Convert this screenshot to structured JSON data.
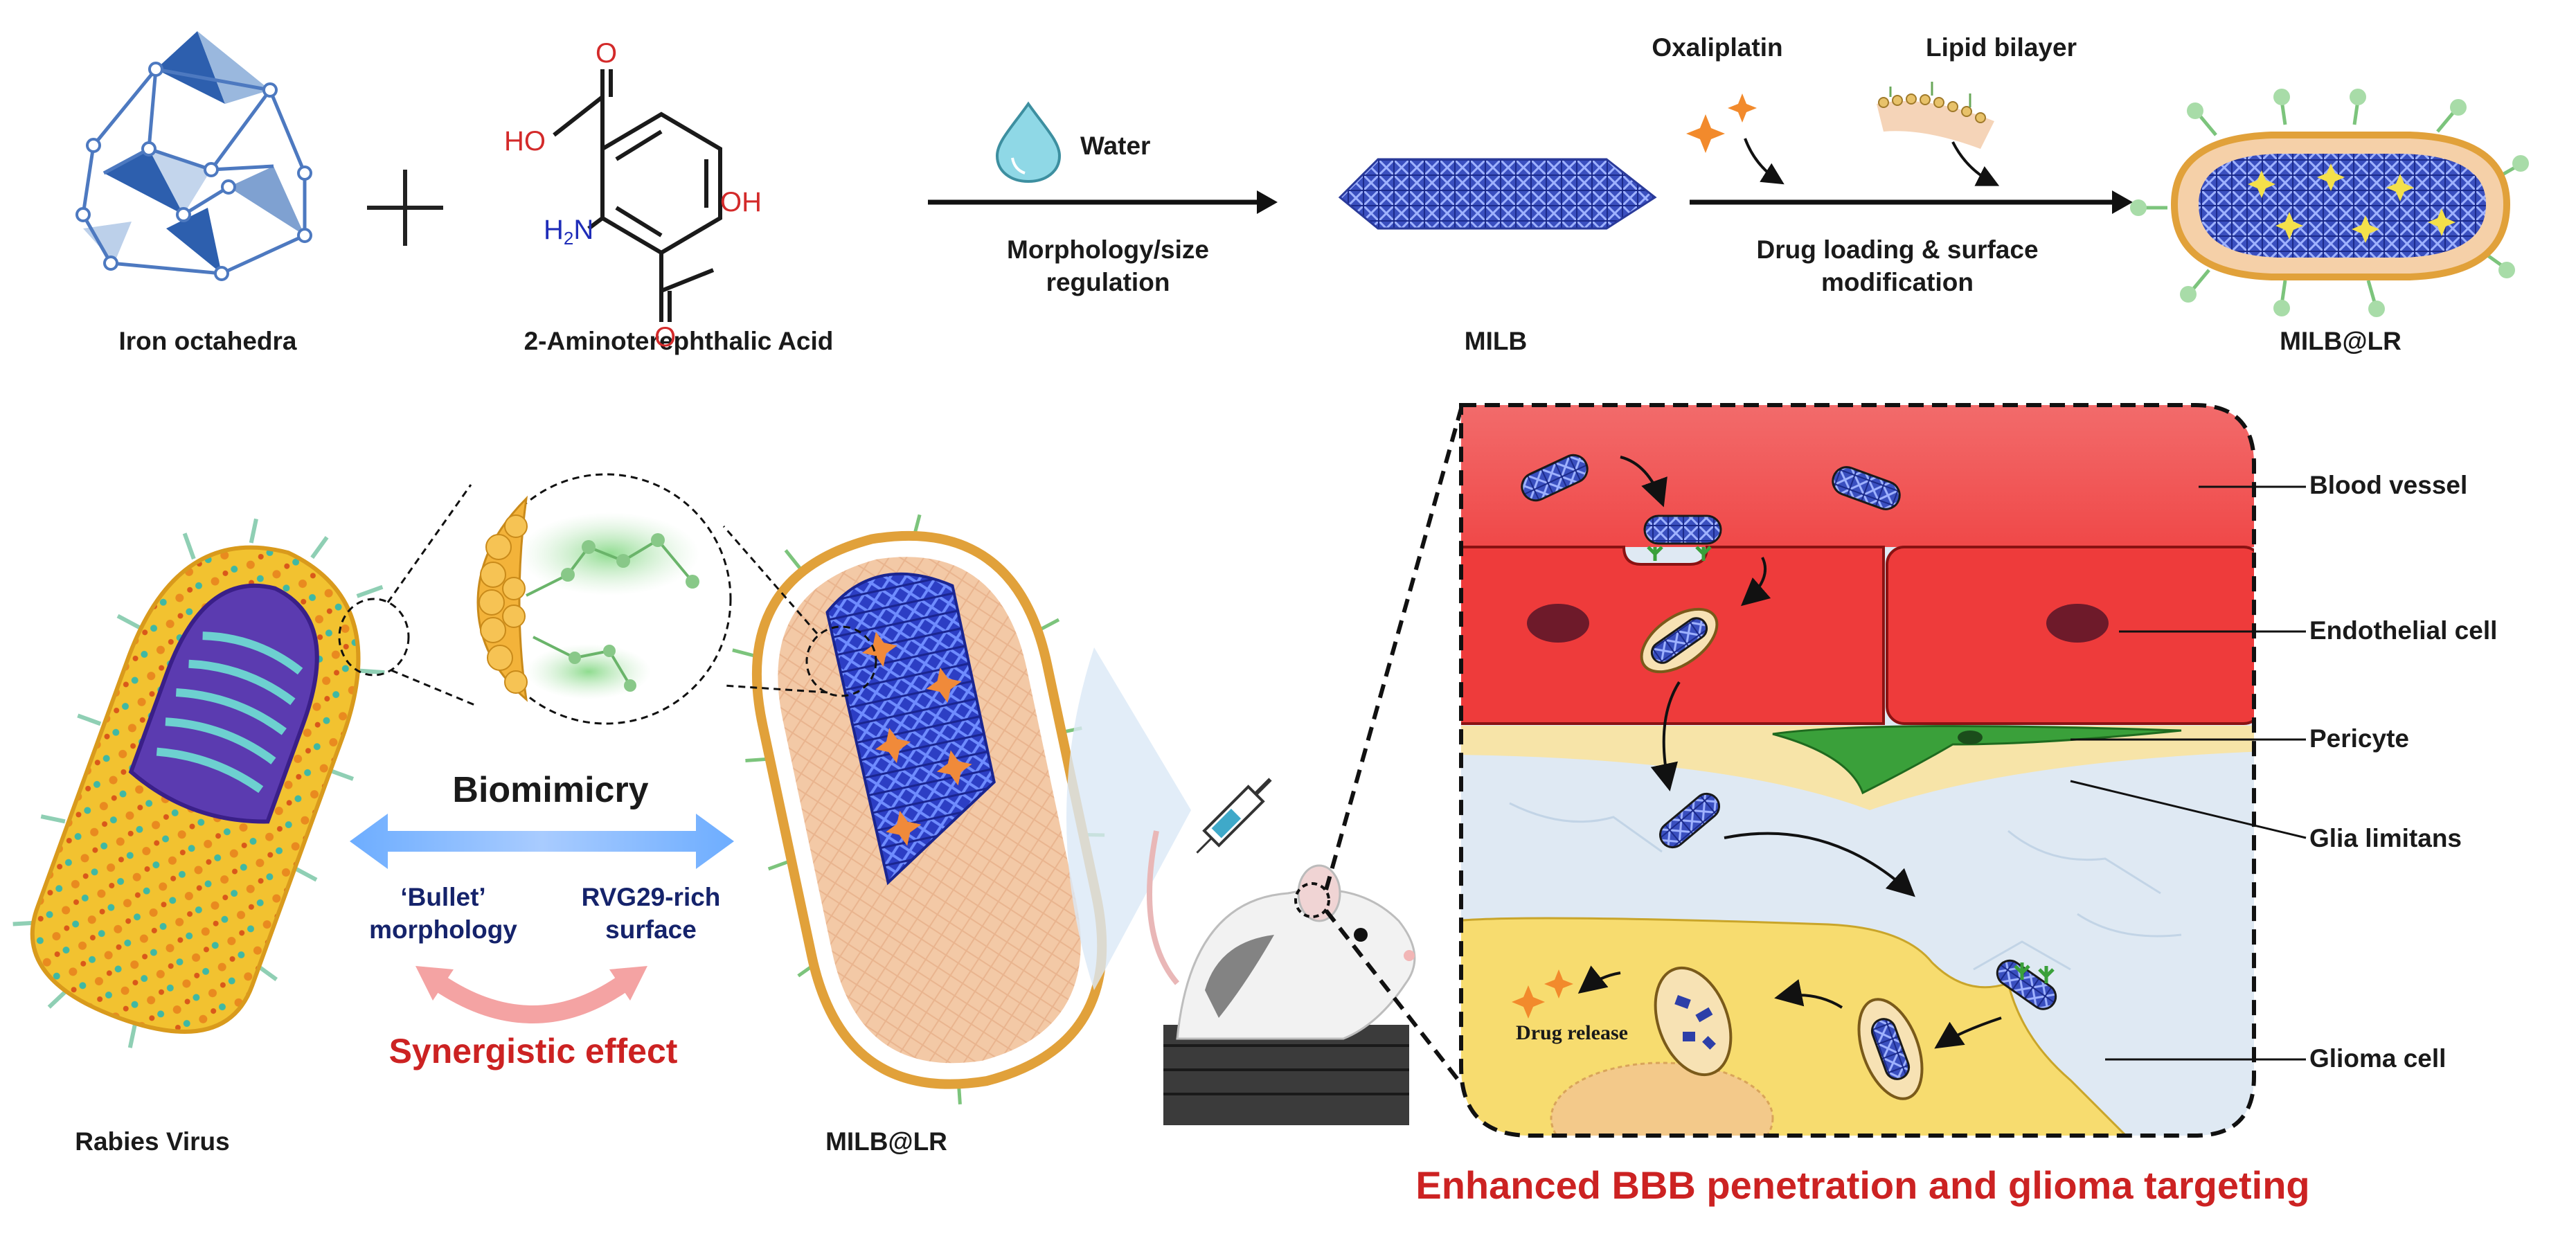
{
  "top_row": {
    "iron_label": "Iron octahedra",
    "plus_sign": "+",
    "acid_label": "2-Aminoterephthalic Acid",
    "acid_groups": {
      "hoh_left": "HO",
      "oh_right": "OH",
      "o_top": "O",
      "o_bottom": "O",
      "amine_h": "H",
      "amine_sub": "2",
      "amine_n": "N"
    },
    "water_label": "Water",
    "step1_label_line1": "Morphology/size",
    "step1_label_line2": "regulation",
    "milb_label": "MILB",
    "oxaliplatin_label": "Oxaliplatin",
    "lipid_label": "Lipid bilayer",
    "step2_label_line1": "Drug loading & surface",
    "step2_label_line2": "modification",
    "milb_lr_label": "MILB@LR"
  },
  "bottom_left": {
    "virus_label": "Rabies Virus",
    "biomimicry_label": "Biomimicry",
    "bullet_line1": "‘Bullet’",
    "bullet_line2": "morphology",
    "rvg_line1": "RVG29-rich",
    "rvg_line2": "surface",
    "synergy_label": "Synergistic effect",
    "milb_lr_label": "MILB@LR"
  },
  "bbb_panel": {
    "drug_release_label": "Drug release",
    "labels": {
      "blood_vessel": "Blood vessel",
      "endothelial": "Endothelial cell",
      "pericyte": "Pericyte",
      "glia": "Glia limitans",
      "glioma": "Glioma cell"
    },
    "caption": "Enhanced BBB penetration and glioma targeting"
  },
  "colors": {
    "blood": "#ef5a5a",
    "endothelial": "#ee3b3b",
    "pericyte": "#3aa03a",
    "glia_band": "#f7e4a8",
    "brain": "#dfe9f3",
    "glioma": "#f7dc6f",
    "particle": "#2d3fa8",
    "caption_red": "#cc2222",
    "synergy_red": "#cc2222"
  }
}
